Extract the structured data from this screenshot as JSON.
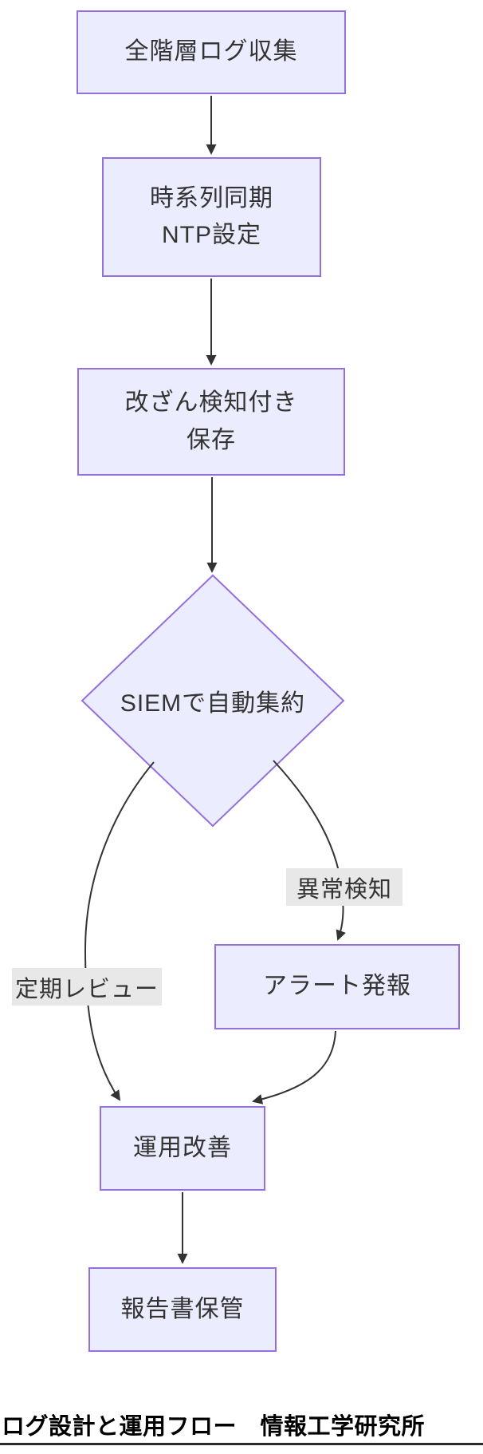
{
  "diagram": {
    "type": "flowchart",
    "direction": "top-down",
    "nodes": {
      "collect": {
        "label": "全階層ログ収集",
        "shape": "rect"
      },
      "sync": {
        "label": "時系列同期\nNTP設定",
        "shape": "rect"
      },
      "store": {
        "label": "改ざん検知付き\n保存",
        "shape": "rect"
      },
      "siem": {
        "label": "SIEMで自動集約",
        "shape": "diamond"
      },
      "alert": {
        "label": "アラート発報",
        "shape": "rect"
      },
      "improve": {
        "label": "運用改善",
        "shape": "rect"
      },
      "report": {
        "label": "報告書保管",
        "shape": "rect"
      }
    },
    "edges": [
      {
        "from": "collect",
        "to": "sync",
        "label": ""
      },
      {
        "from": "sync",
        "to": "store",
        "label": ""
      },
      {
        "from": "store",
        "to": "siem",
        "label": ""
      },
      {
        "from": "siem",
        "to": "improve",
        "label": "定期レビュー"
      },
      {
        "from": "siem",
        "to": "alert",
        "label": "異常検知"
      },
      {
        "from": "alert",
        "to": "improve",
        "label": ""
      },
      {
        "from": "improve",
        "to": "report",
        "label": ""
      }
    ],
    "edge_labels": {
      "periodic_review": "定期レビュー",
      "anomaly_detection": "異常検知"
    }
  },
  "footer": {
    "title": "ログ設計と運用フロー　情報工学研究所"
  },
  "colors": {
    "node_fill": "#ECECFF",
    "node_border": "#9370DB",
    "edge_color": "#333333",
    "label_bg": "#e8e8e8",
    "node_text": "#333333",
    "footer_text": "#000000"
  }
}
